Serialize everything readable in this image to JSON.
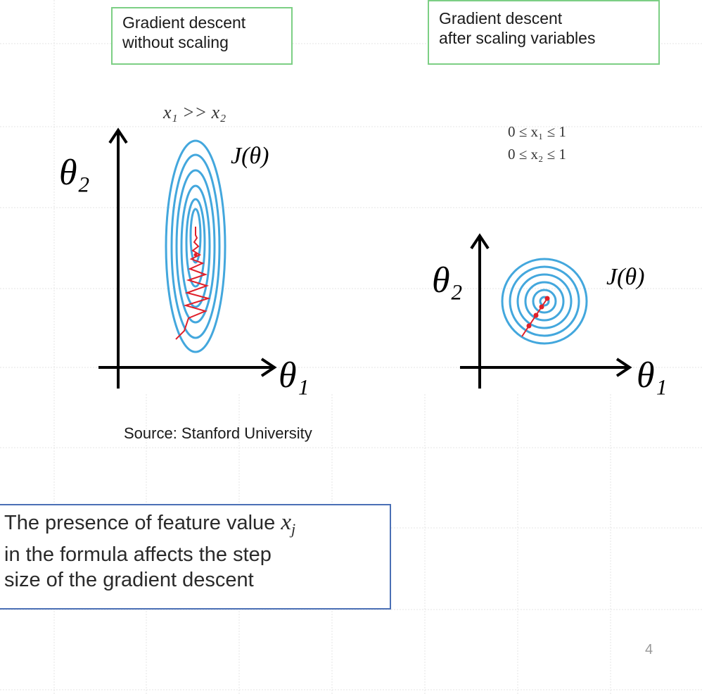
{
  "left_panel": {
    "title_line1": "Gradient descent",
    "title_line2": "without scaling",
    "condition": "x₁ >> x₂",
    "axis_y": "θ₂",
    "axis_x": "θ₁",
    "function_label": "J(θ)"
  },
  "right_panel": {
    "title_line1": "Gradient descent",
    "title_line2": "after scaling variables",
    "condition_line1": "0 ≤ x₁ ≤ 1",
    "condition_line2": "0 ≤ x₂ ≤ 1",
    "axis_y": "θ₂",
    "axis_x": "θ₁",
    "function_label": "J(θ)"
  },
  "source": "Source: Stanford University",
  "note": {
    "line1_prefix": "The presence of feature value",
    "line1_var": "x",
    "line1_sub": "j",
    "line2": "in the formula affects the step",
    "line3": "size of the gradient descent"
  },
  "page_number": "4",
  "colors": {
    "contour": "#43a7dd",
    "path": "#e0202a",
    "title_border": "#7ccf84",
    "note_border": "#4a6fb5"
  }
}
